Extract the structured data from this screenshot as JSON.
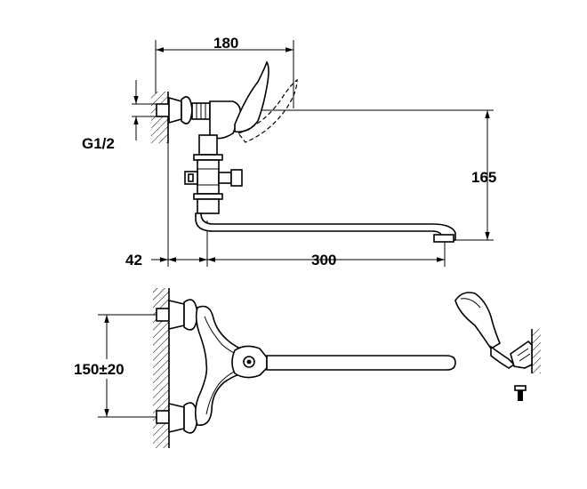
{
  "dimensions": {
    "top_width": "180",
    "thread": "G1/2",
    "height": "165",
    "wall_offset": "42",
    "spout_reach": "300",
    "inlet_spacing": "150±20"
  },
  "colors": {
    "line": "#000000",
    "background": "#ffffff"
  }
}
